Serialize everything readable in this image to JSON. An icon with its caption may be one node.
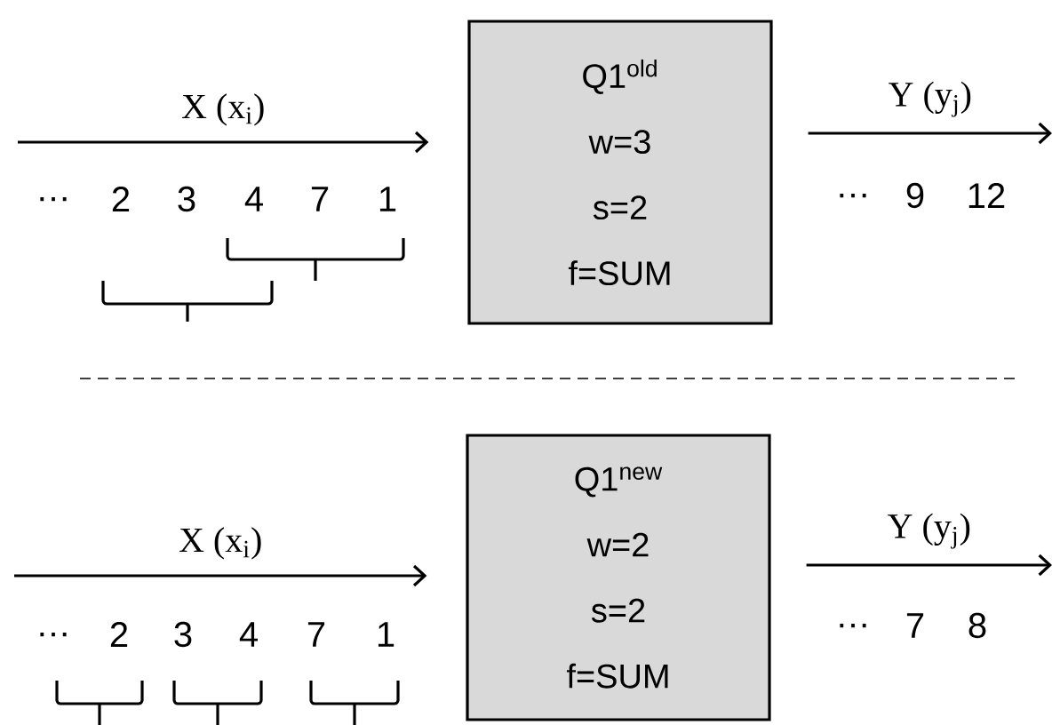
{
  "diagram": {
    "nodes": [
      {
        "text": [
          "Q1$^{old}$",
          "w=3",
          "s=2",
          "f=SUM"
        ]
      },
      {
        "text": [
          "Q1$^{new}$",
          "w=2",
          "s=2",
          "f=SUM"
        ]
      }
    ],
    "edges": [
      {
        "from": null,
        "to": 0,
        "arrow": "to",
        "label": "X (x$_{i}$)"
      },
      {
        "from": 0,
        "to": null,
        "arrow": "to",
        "label": "Y (y$_{j}$)"
      },
      {
        "from": null,
        "to": 1,
        "arrow": "to",
        "label": "X (x$_{i}$)"
      },
      {
        "from": 1,
        "to": null,
        "arrow": "to",
        "label": "Y (y$_{j}$)"
      }
    ],
    "labels": [
      "…",
      "2",
      "3",
      "4",
      "7",
      "1",
      "…",
      "9",
      "12",
      "…",
      "2",
      "3",
      "4",
      "7",
      "1",
      "…",
      "7",
      "8"
    ]
  }
}
